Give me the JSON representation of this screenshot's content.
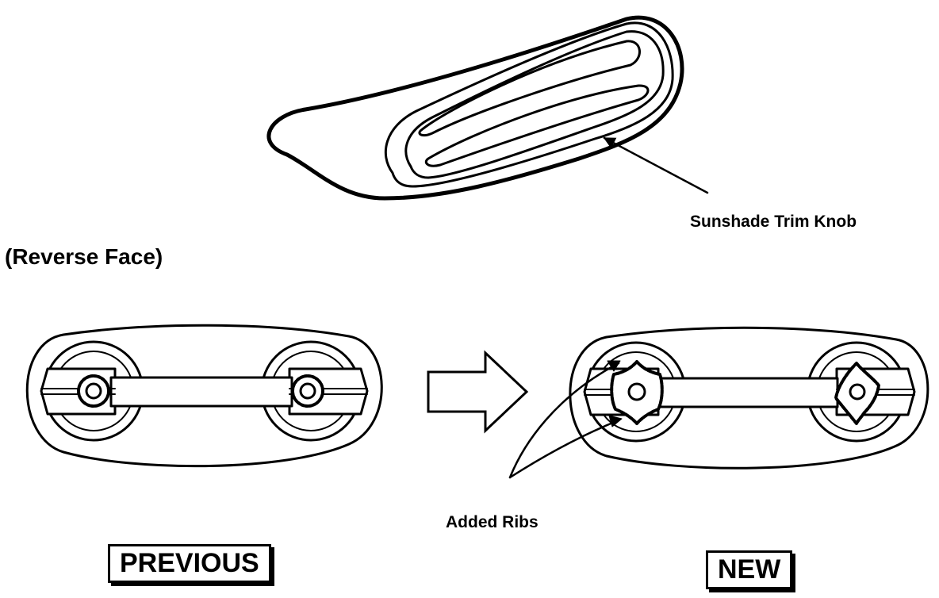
{
  "labels": {
    "knob": "Sunshade Trim Knob",
    "reverse_face": "(Reverse Face)",
    "ribs": "Added Ribs",
    "previous": "PREVIOUS",
    "new": "NEW"
  },
  "colors": {
    "ink": "#000000",
    "paper": "#ffffff"
  }
}
